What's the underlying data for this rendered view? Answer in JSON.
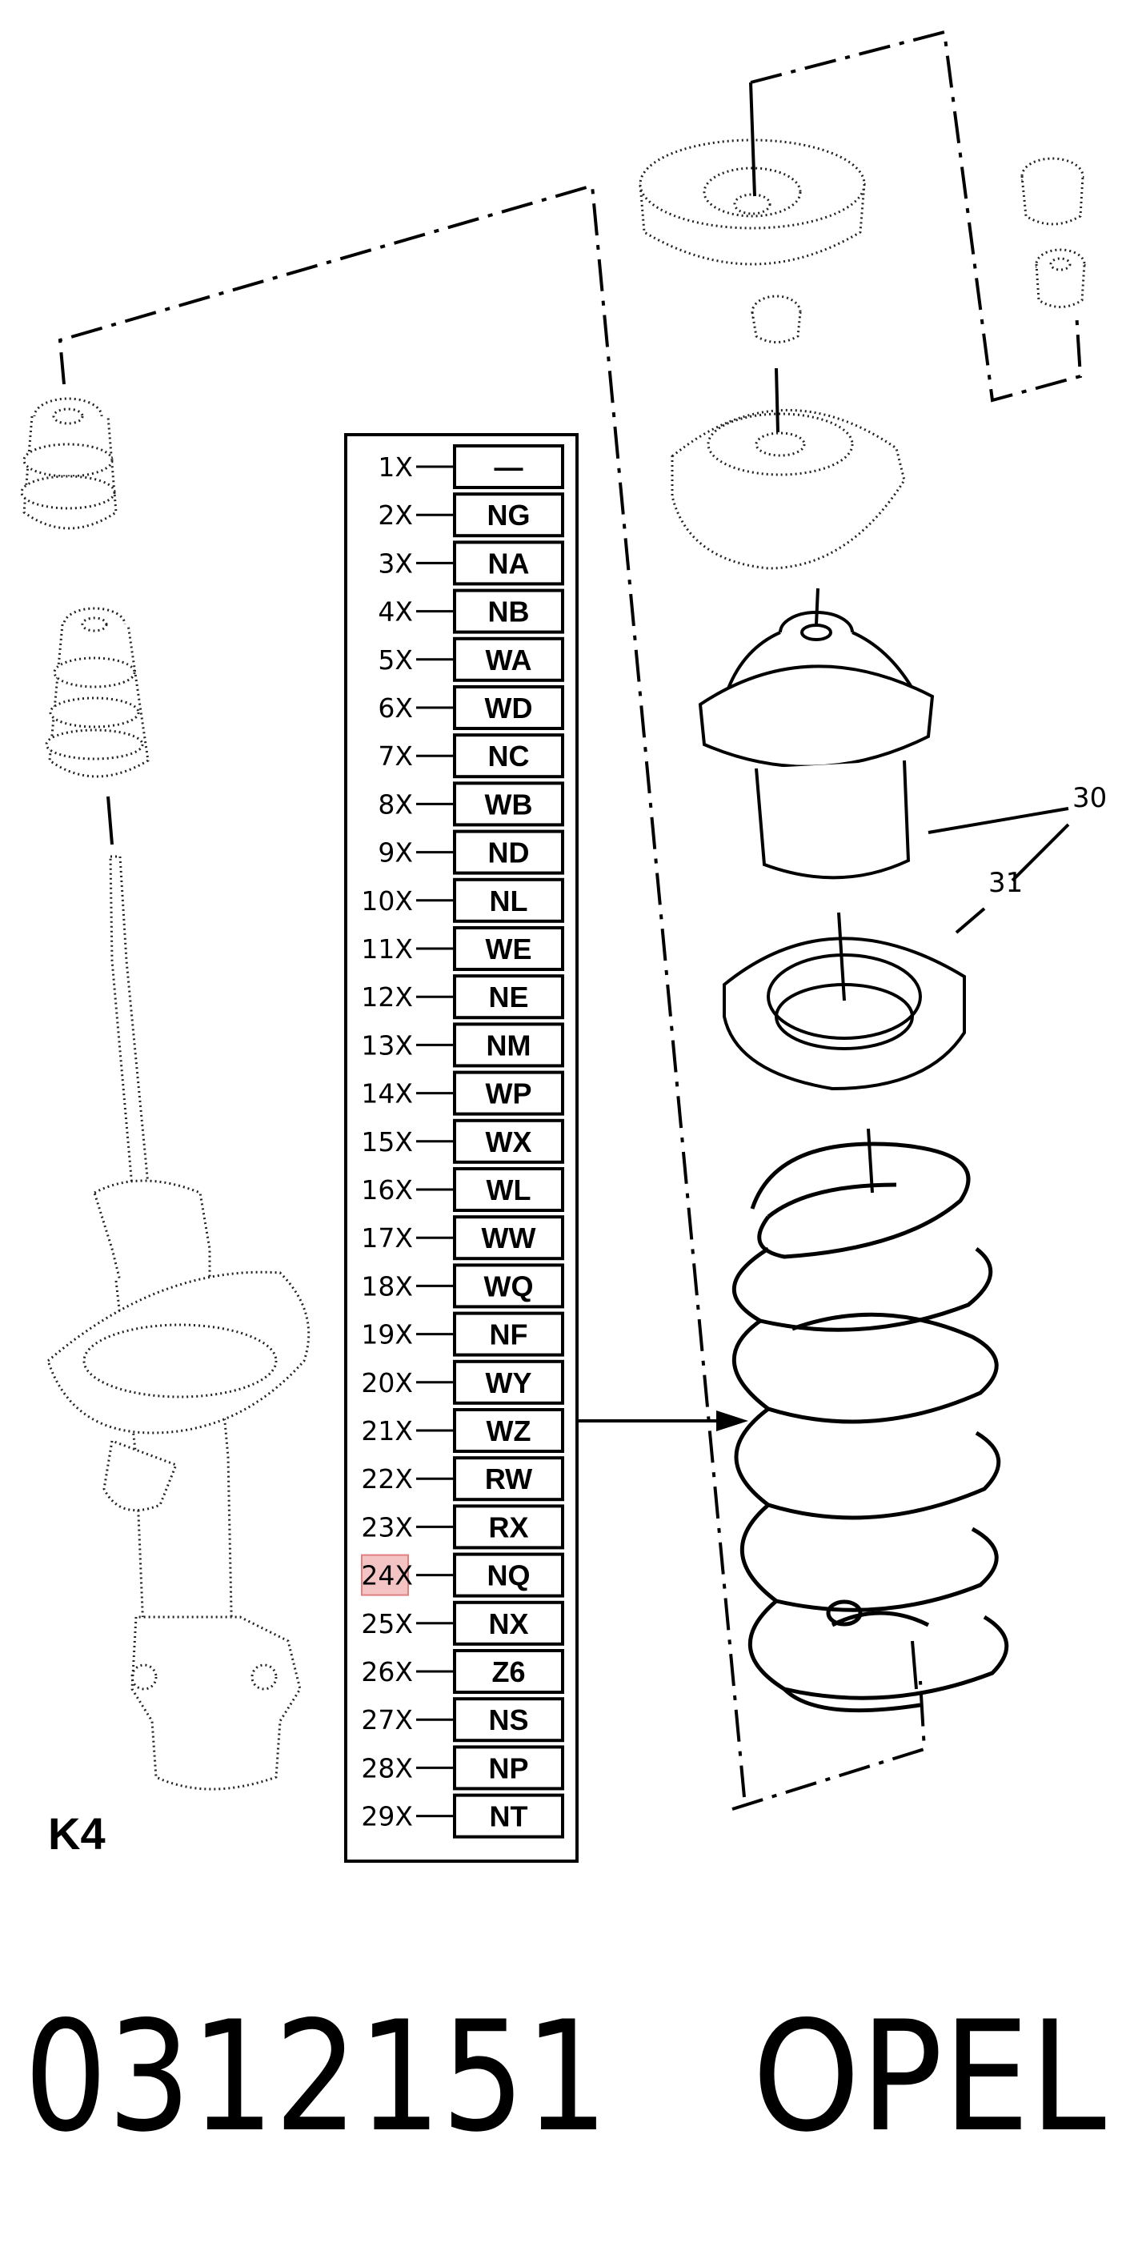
{
  "diagram_label": "K4",
  "part_number": "0312151",
  "brand": "OPEL",
  "callouts": [
    "30",
    "31"
  ],
  "selected_quantity": "24X",
  "colors": {
    "highlight": "#f4c4c4",
    "highlight_border": "#e08080",
    "ink": "#000000"
  },
  "variants": [
    {
      "qty": "1X",
      "code": "—"
    },
    {
      "qty": "2X",
      "code": "NG"
    },
    {
      "qty": "3X",
      "code": "NA"
    },
    {
      "qty": "4X",
      "code": "NB"
    },
    {
      "qty": "5X",
      "code": "WA"
    },
    {
      "qty": "6X",
      "code": "WD"
    },
    {
      "qty": "7X",
      "code": "NC"
    },
    {
      "qty": "8X",
      "code": "WB"
    },
    {
      "qty": "9X",
      "code": "ND"
    },
    {
      "qty": "10X",
      "code": "NL"
    },
    {
      "qty": "11X",
      "code": "WE"
    },
    {
      "qty": "12X",
      "code": "NE"
    },
    {
      "qty": "13X",
      "code": "NM"
    },
    {
      "qty": "14X",
      "code": "WP"
    },
    {
      "qty": "15X",
      "code": "WX"
    },
    {
      "qty": "16X",
      "code": "WL"
    },
    {
      "qty": "17X",
      "code": "WW"
    },
    {
      "qty": "18X",
      "code": "WQ"
    },
    {
      "qty": "19X",
      "code": "NF"
    },
    {
      "qty": "20X",
      "code": "WY"
    },
    {
      "qty": "21X",
      "code": "WZ"
    },
    {
      "qty": "22X",
      "code": "RW"
    },
    {
      "qty": "23X",
      "code": "RX"
    },
    {
      "qty": "24X",
      "code": "NQ"
    },
    {
      "qty": "25X",
      "code": "NX"
    },
    {
      "qty": "26X",
      "code": "Z6"
    },
    {
      "qty": "27X",
      "code": "NS"
    },
    {
      "qty": "28X",
      "code": "NP"
    },
    {
      "qty": "29X",
      "code": "NT"
    }
  ]
}
